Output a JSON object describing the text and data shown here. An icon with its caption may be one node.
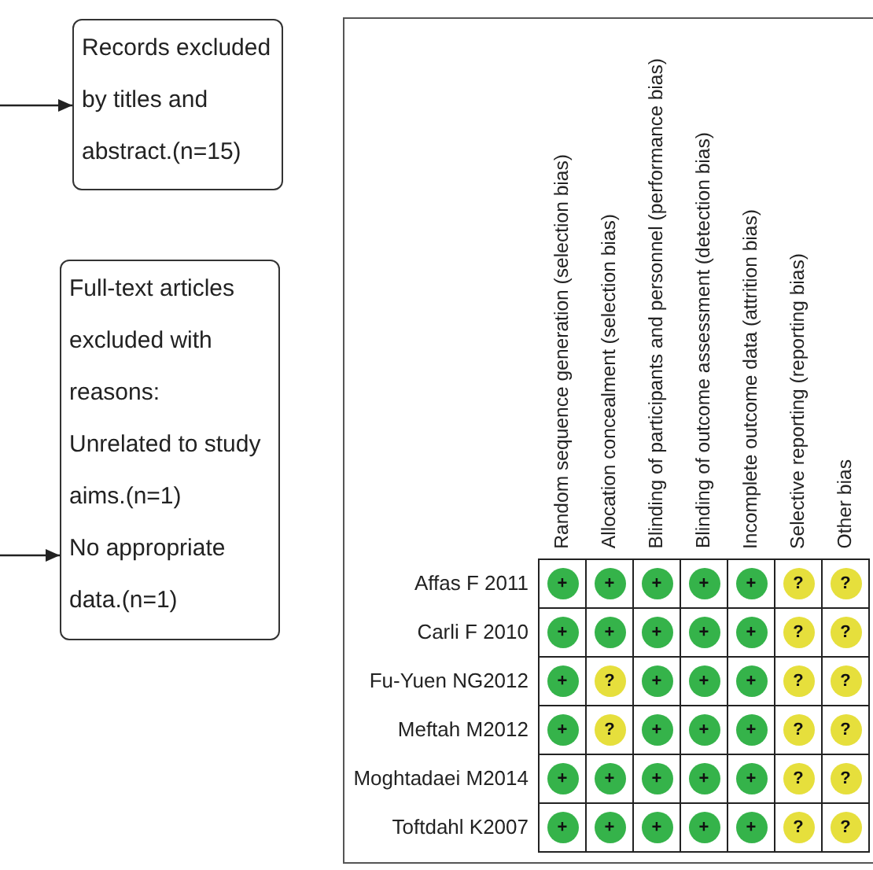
{
  "diagram": {
    "nodes": [
      {
        "text": [
          "Records excluded by titles and abstract.(n=15)"
        ]
      },
      {
        "text": [
          "Full-text articles excluded with reasons:",
          "Unrelated to study aims.(n=1)",
          "No appropriate data.(n=1)"
        ]
      }
    ],
    "edges": [
      {
        "from": null,
        "to": 0,
        "arrow": "to"
      },
      {
        "from": null,
        "to": 1,
        "arrow": "to"
      }
    ],
    "labels": [
      "Random sequence generation (selection bias)",
      "Allocation concealment (selection bias)",
      "Blinding of participants and personnel (performance bias)",
      "Blinding of outcome assessment (detection bias)",
      "Incomplete outcome data (attrition bias)",
      "Selective reporting (reporting bias)",
      "Other bias",
      "Affas F 2011",
      "+",
      "+",
      "+",
      "+",
      "+",
      "?",
      "?",
      "Carli F 2010",
      "+",
      "+",
      "+",
      "+",
      "+",
      "?",
      "?",
      "Fu-Yuen NG2012",
      "+",
      "?",
      "+",
      "+",
      "+",
      "?",
      "?",
      "Meftah M2012",
      "+",
      "?",
      "+",
      "+",
      "+",
      "?",
      "?",
      "Moghtadaei M2014",
      "+",
      "+",
      "+",
      "+",
      "+",
      "?",
      "?",
      "Toftdahl K2007",
      "+",
      "+",
      "+",
      "+",
      "+",
      "?",
      "?"
    ]
  }
}
